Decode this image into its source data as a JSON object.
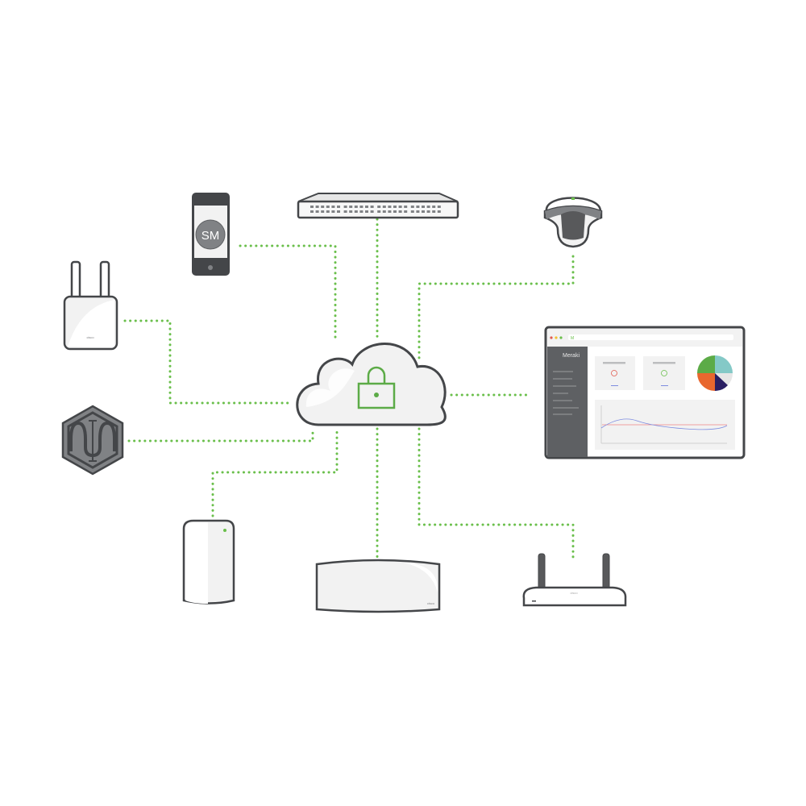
{
  "diagram": {
    "center": {
      "label": "cloud",
      "icon": "cloud-lock-icon"
    },
    "devices": [
      {
        "id": "mobile-phone",
        "badge_text": "SM"
      },
      {
        "id": "network-switch"
      },
      {
        "id": "security-camera"
      },
      {
        "id": "wireless-access-point"
      },
      {
        "id": "dashboard",
        "brand_text": "Meraki",
        "url_text": "M"
      },
      {
        "id": "environmental-sensor"
      },
      {
        "id": "tall-access-point"
      },
      {
        "id": "security-appliance"
      },
      {
        "id": "router"
      }
    ],
    "colors": {
      "link": "#6abf4b",
      "outline": "#444649",
      "pie": [
        "#84c9c7",
        "#5cab47",
        "#e8672e",
        "#2a1f63",
        "#e6e6e6"
      ]
    }
  }
}
